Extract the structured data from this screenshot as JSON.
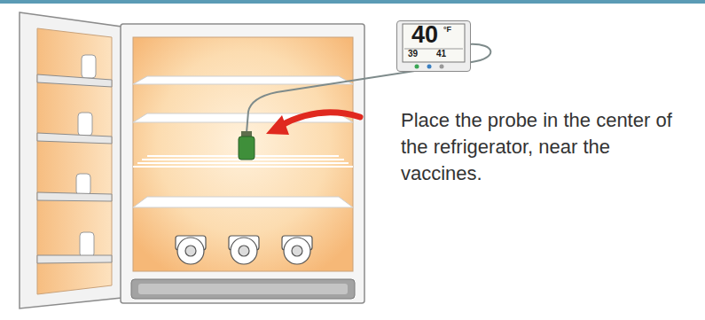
{
  "diagram": {
    "nodes": [
      {
        "text": [
          "40",
          "°F",
          "39",
          "41"
        ]
      }
    ],
    "labels": [
      "Place the probe in the center of the refrigerator, near the vaccines."
    ]
  }
}
